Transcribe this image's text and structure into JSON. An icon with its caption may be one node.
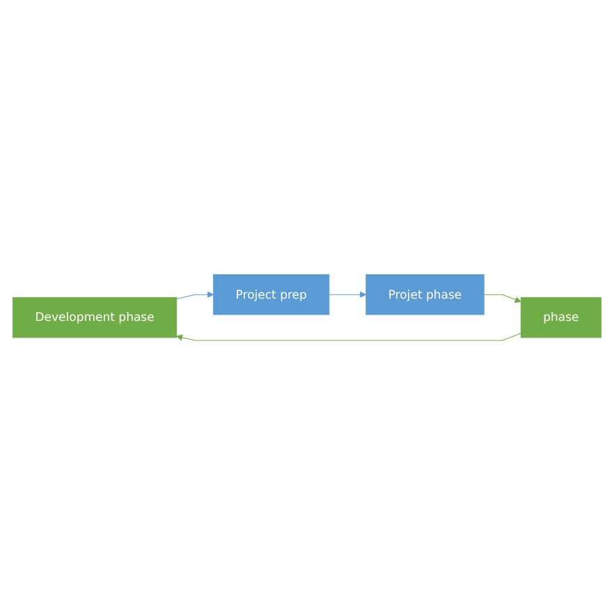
{
  "diagram": {
    "nodes": [
      {
        "text": [
          "Development phase"
        ]
      },
      {
        "text": [
          "phase"
        ]
      },
      {
        "text": [
          "Project prep"
        ]
      },
      {
        "text": [
          "Projet phase"
        ]
      }
    ],
    "edges": [
      {
        "from": 1,
        "to": 0,
        "arrow": "to",
        "color": "#70ad47"
      },
      {
        "from": 0,
        "to": 2,
        "arrow": "to",
        "color": "#5b9bd5"
      },
      {
        "from": 2,
        "to": 3,
        "arrow": "to",
        "color": "#5b9bd5"
      },
      {
        "from": 3,
        "to": 1,
        "arrow": "to",
        "color": "#70ad47"
      }
    ]
  }
}
